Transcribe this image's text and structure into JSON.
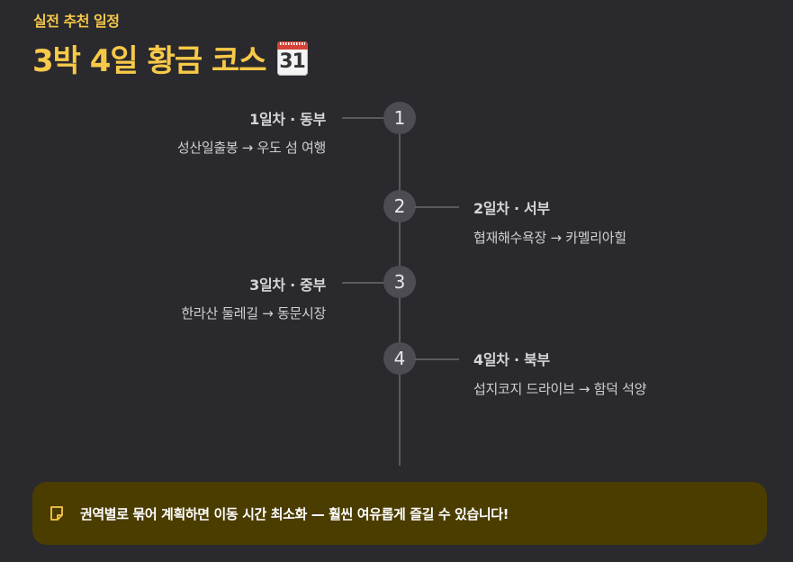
{
  "header": {
    "eyebrow": "실전 추천 일정",
    "title": "3박 4일 황금 코스",
    "calendar_icon_number": "31"
  },
  "timeline": [
    {
      "number": "1",
      "title": "1일차 · 동부",
      "desc": "성산일출봉 → 우도 섬 여행",
      "side": "left"
    },
    {
      "number": "2",
      "title": "2일차 · 서부",
      "desc": "협재해수욕장 → 카멜리아힐",
      "side": "right"
    },
    {
      "number": "3",
      "title": "3일차 · 중부",
      "desc": "한라산 둘레길 → 동문시장",
      "side": "left"
    },
    {
      "number": "4",
      "title": "4일차 · 북부",
      "desc": "섭지코지 드라이브 → 함덕 석양",
      "side": "right"
    }
  ],
  "tip": {
    "icon": "sticky-note-icon",
    "text": "권역별로 묶어 계획하면 이동 시간 최소화 — 훨씬 여유롭게 즐길 수 있습니다!"
  },
  "colors": {
    "background": "#2a292d",
    "accent": "#f7c948",
    "node": "#4d4c52",
    "tip_background": "#4b3d00"
  }
}
